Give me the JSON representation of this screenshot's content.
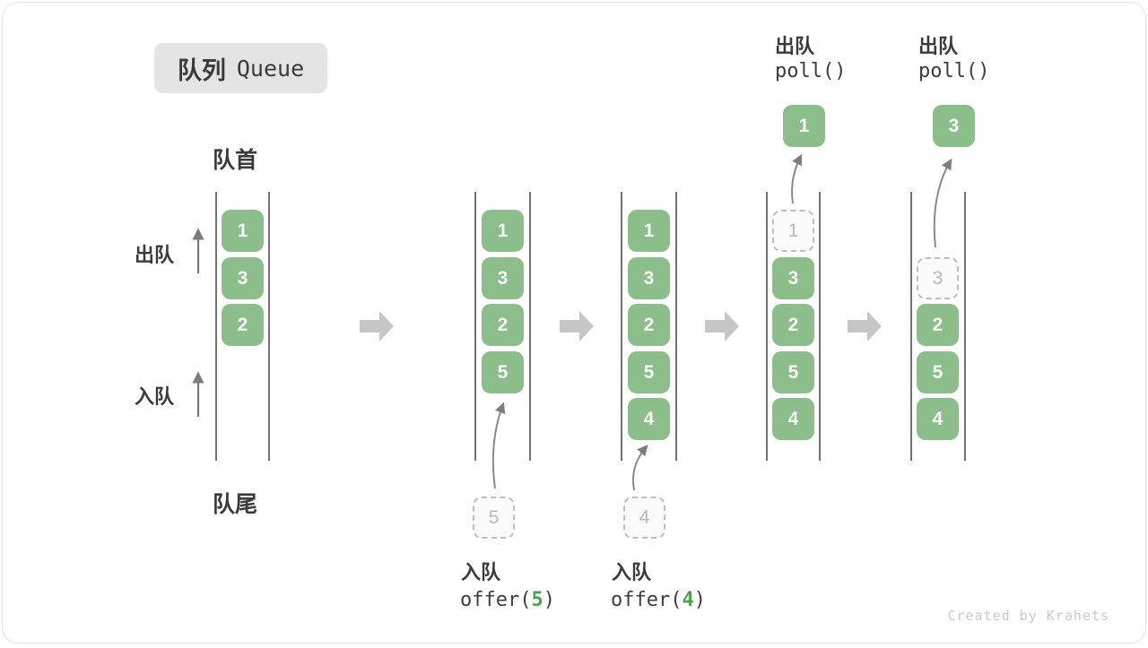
{
  "title": {
    "badge_zh": "队列",
    "badge_en": "Queue"
  },
  "side_labels": {
    "front": "队首",
    "rear": "队尾",
    "dequeue": "出队",
    "enqueue": "入队"
  },
  "operations": {
    "enqueue5": {
      "label": "入队",
      "fn": "offer(",
      "arg": "5",
      "close": ")"
    },
    "enqueue4": {
      "label": "入队",
      "fn": "offer(",
      "arg": "4",
      "close": ")"
    },
    "poll_first": {
      "label": "出队",
      "code": "poll()"
    },
    "poll_second": {
      "label": "出队",
      "code": "poll()"
    }
  },
  "queues": [
    {
      "cells": [
        "1",
        "3",
        "2"
      ]
    },
    {
      "cells": [
        "1",
        "3",
        "2",
        "5"
      ],
      "incoming": "5"
    },
    {
      "cells": [
        "1",
        "3",
        "2",
        "5",
        "4"
      ],
      "incoming": "4"
    },
    {
      "removed": "1",
      "cells": [
        "3",
        "2",
        "5",
        "4"
      ],
      "extracted": "1"
    },
    {
      "removed": "3",
      "cells": [
        "2",
        "5",
        "4"
      ],
      "extracted": "3"
    }
  ],
  "watermark": "Created by Krahets",
  "colors": {
    "cell_green": "#8cbe8c",
    "arg_green": "#4ea14e",
    "dashed_gray": "#bfbfbf",
    "line_gray": "#4f4f4f",
    "block_arrow_gray": "#c6c6c6",
    "badge_bg": "#e4e4e4",
    "text_dark": "#3a3a3a",
    "watermark_gray": "#c9c9c9"
  }
}
